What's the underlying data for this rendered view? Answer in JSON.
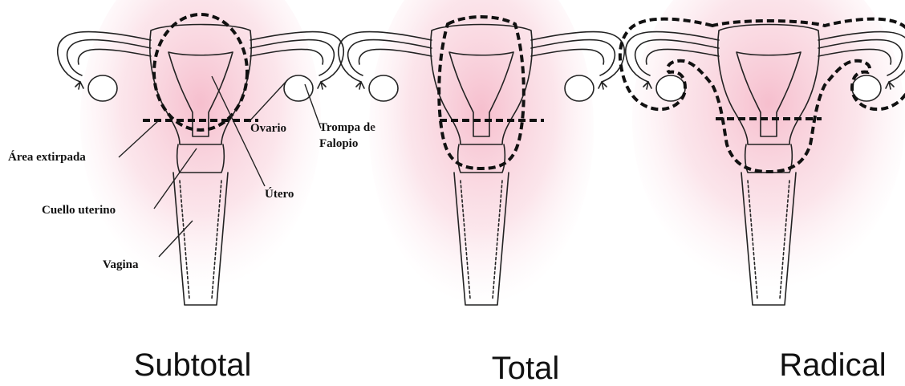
{
  "labels": {
    "area_removed": "Área extirpada",
    "ovary": "Ovario",
    "fallopian_tube_line1": "Trompa de",
    "fallopian_tube_line2": "Falopio",
    "uterus": "Útero",
    "cervix": "Cuello uterino",
    "vagina": "Vagina"
  },
  "panels": [
    {
      "caption": "Subtotal"
    },
    {
      "caption": "Total"
    },
    {
      "caption": "Radical"
    }
  ],
  "colors": {
    "tissue_highlight": "#f7c6d3",
    "outline": "#222222",
    "cut_line": "#111111"
  }
}
